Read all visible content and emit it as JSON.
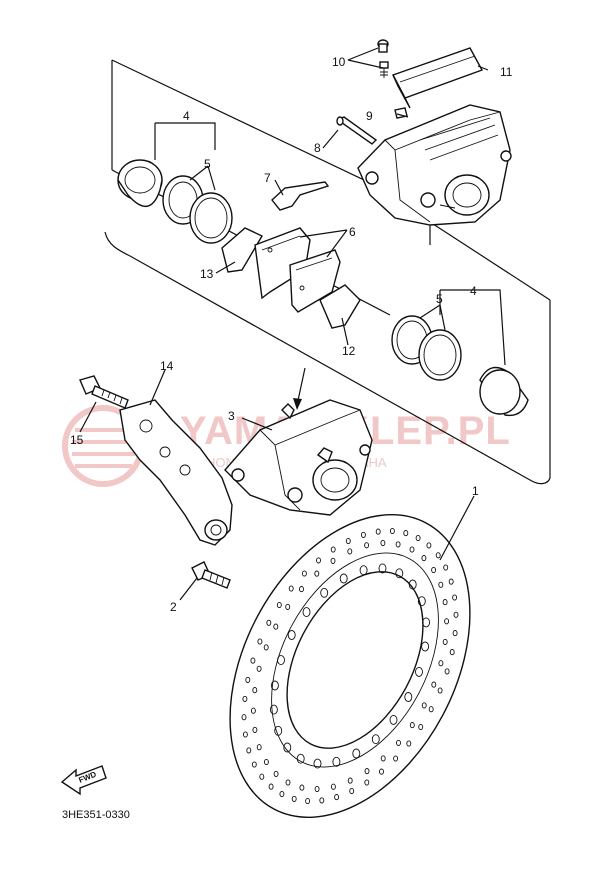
{
  "diagram": {
    "part_code": "3HE351-0330",
    "watermark": {
      "text": "YAMA-SKLEP.PL",
      "subtext": "TECHONICZNY DEALER YAMAHA"
    },
    "fwd_label": "FWD",
    "callouts": {
      "c1": "1",
      "c2": "2",
      "c3": "3",
      "c4a": "4",
      "c4b": "4",
      "c5a": "5",
      "c5b": "5",
      "c6": "6",
      "c7": "7",
      "c8": "8",
      "c9": "9",
      "c10": "10",
      "c11": "11",
      "c12": "12",
      "c13": "13",
      "c14": "14",
      "c15": "15"
    }
  }
}
